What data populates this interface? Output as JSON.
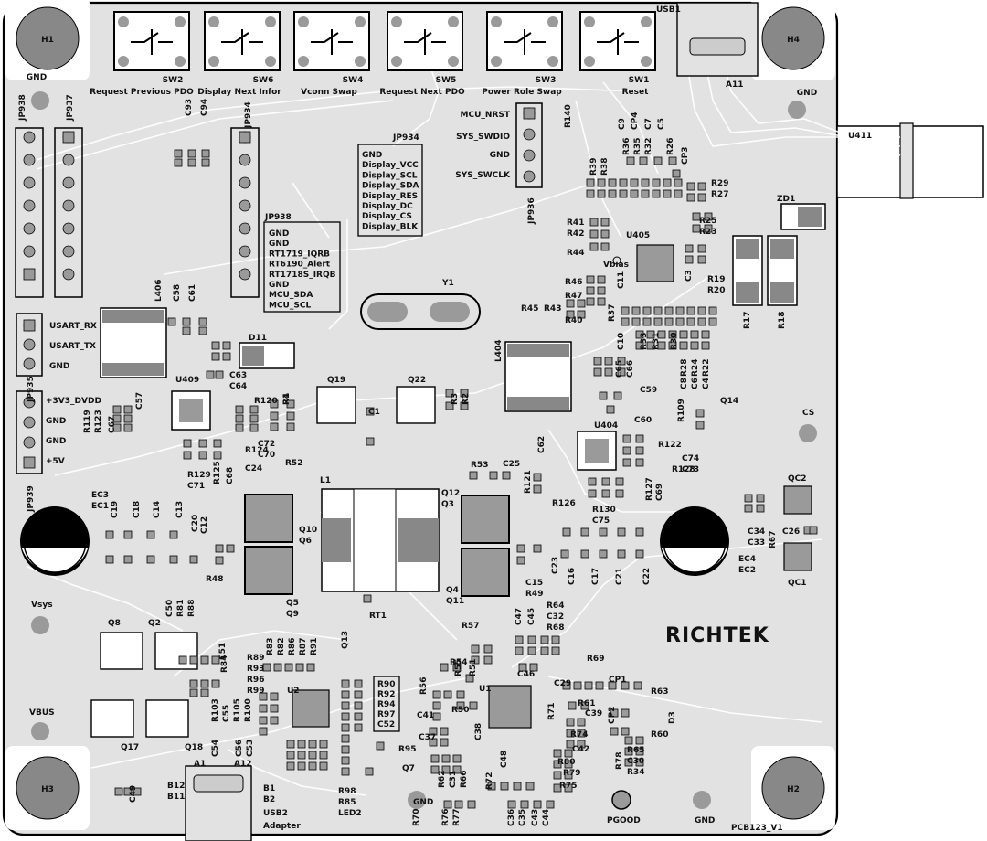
{
  "board": {
    "brand": "RICHTEK",
    "version": "PCB123_V1",
    "colors": {
      "board": "#e2e2e2",
      "outline": "#000000",
      "pad": "#9a9a9a",
      "trace": "#ffffff",
      "ink": "#111111"
    }
  },
  "holes": [
    {
      "id": "hole-h1",
      "label": "H1",
      "gnd": "GND"
    },
    {
      "id": "hole-h4",
      "label": "H4",
      "gnd": "GND"
    },
    {
      "id": "hole-h3",
      "label": "H3",
      "gnd": "GND"
    },
    {
      "id": "hole-h2",
      "label": "H2",
      "gnd": "GND"
    }
  ],
  "switches": [
    {
      "ref": "SW2",
      "caption": "Request Previous PDO"
    },
    {
      "ref": "SW6",
      "caption": "Display Next Infor"
    },
    {
      "ref": "SW4",
      "caption": "Vconn Swap"
    },
    {
      "ref": "SW5",
      "caption": "Request Next PDO"
    },
    {
      "ref": "SW3",
      "caption": "Power Role Swap"
    },
    {
      "ref": "SW1",
      "caption": "Reset"
    }
  ],
  "headers": {
    "jp938_left": "JP938",
    "jp937": "JP937",
    "jp934": "JP934",
    "jp935": "JP935",
    "jp939": "JP939",
    "jp936": "JP936"
  },
  "signal_boxes": {
    "jp934_box": [
      "GND",
      "Display_VCC",
      "Display_SCL",
      "Display_SDA",
      "Display_RES",
      "Display_DC",
      "Display_CS",
      "Display_BLK"
    ],
    "jp938_box": [
      "GND",
      "GND",
      "RT1719_IQRB",
      "RT6190_Alert",
      "RT1718S_IRQB",
      "GND",
      "MCU_SDA",
      "MCU_SCL"
    ],
    "debug": [
      "MCU_NRST",
      "SYS_SWDIO",
      "GND",
      "SYS_SWCLK"
    ],
    "uart": [
      "USART_RX",
      "USART_TX",
      "GND"
    ],
    "power": [
      "+3V3_DVDD",
      "GND",
      "GND",
      "+5V"
    ],
    "res_box": [
      "R90",
      "R92",
      "R94",
      "R97",
      "C52"
    ]
  },
  "testpoints": [
    "Vsys",
    "VBUS",
    "CS",
    "PGOOD",
    "GND",
    "GND",
    "Vbias"
  ],
  "connectors": {
    "usb1": "USB1",
    "usb2": "USB2",
    "adapter": "Adapter",
    "u411": "U411"
  },
  "silkscreen": [
    "C93",
    "C94",
    "L406",
    "C58",
    "C61",
    "D11",
    "U409",
    "C63",
    "C64",
    "R120",
    "C57",
    "C67",
    "R119",
    "R123",
    "R124",
    "C72",
    "C70",
    "R129",
    "C71",
    "R125",
    "C68",
    "C24",
    "R52",
    "L1",
    "Q19",
    "Q22",
    "R4",
    "R1",
    "C1",
    "R3",
    "R2",
    "Y1",
    "EC3",
    "EC1",
    "C19",
    "C18",
    "C14",
    "C13",
    "C20",
    "C12",
    "R48",
    "Q10",
    "Q6",
    "Q5",
    "Q9",
    "RT1",
    "R53",
    "C25",
    "Q12",
    "Q3",
    "R121",
    "R126",
    "C15",
    "R49",
    "Q4",
    "Q11",
    "C23",
    "C16",
    "C17",
    "C21",
    "C22",
    "EC4",
    "EC2",
    "C34",
    "C33",
    "R67",
    "C26",
    "QC2",
    "QC1",
    "U404",
    "C62",
    "R122",
    "R128",
    "C74",
    "C73",
    "R127",
    "C69",
    "R130",
    "C75",
    "C59",
    "C60",
    "L404",
    "C65",
    "C66",
    "C10",
    "R33",
    "R31",
    "R30",
    "R37",
    "R28",
    "R24",
    "R22",
    "C8",
    "C6",
    "C4",
    "Q14",
    "R109",
    "U405",
    "R41",
    "R42",
    "R44",
    "R46",
    "R47",
    "R45",
    "R43",
    "R40",
    "C11",
    "C3",
    "R19",
    "R20",
    "R17",
    "R18",
    "ZD1",
    "R25",
    "R23",
    "R29",
    "R27",
    "R39",
    "R38",
    "R36",
    "R35",
    "R32",
    "R26",
    "C9",
    "CP4",
    "C7",
    "C5",
    "CP3",
    "R140",
    "C50",
    "R81",
    "R88",
    "Q8",
    "Q2",
    "C51",
    "R84",
    "R89",
    "R93",
    "R96",
    "R99",
    "R83",
    "R82",
    "R86",
    "R87",
    "R91",
    "Q13",
    "U2",
    "R103",
    "C55",
    "R105",
    "R100",
    "C54",
    "C56",
    "C53",
    "Q17",
    "Q18",
    "C49",
    "R95",
    "Q7",
    "R98",
    "R85",
    "LED2",
    "R57",
    "C47",
    "C45",
    "R64",
    "C32",
    "R68",
    "R54",
    "R55",
    "R51",
    "C46",
    "R56",
    "U1",
    "C41",
    "R50",
    "C37",
    "C38",
    "C48",
    "R62",
    "C31",
    "R66",
    "R72",
    "R70",
    "R76",
    "R77",
    "C36",
    "C35",
    "C43",
    "C44",
    "R69",
    "C29",
    "CP1",
    "R63",
    "R61",
    "R71",
    "C39",
    "CP2",
    "D3",
    "R74",
    "C42",
    "R60",
    "R65",
    "C30",
    "R34",
    "R80",
    "R79",
    "R75",
    "R78",
    "A1",
    "A12",
    "B1",
    "B12",
    "B11",
    "B2",
    "A11"
  ]
}
